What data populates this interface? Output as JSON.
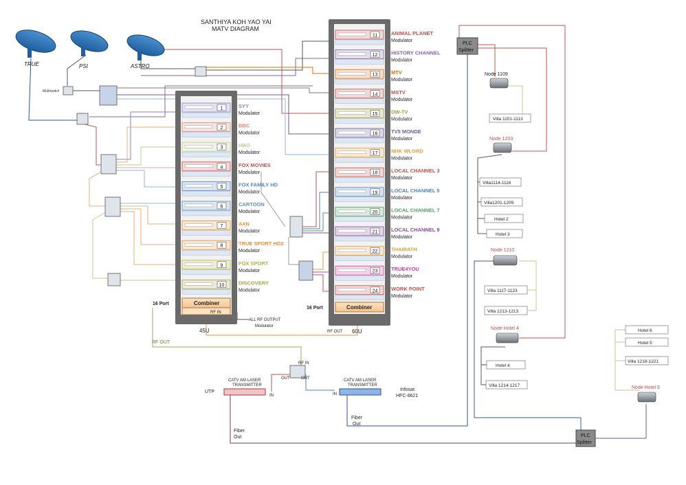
{
  "title": {
    "line1": "SANTHIYA KOH YAO YAI",
    "line2": "MATV DIAGRAM"
  },
  "dishes": [
    "TRUE",
    "PSI",
    "ASTRO"
  ],
  "multiswitch_label": "Multiswitch",
  "racks": [
    {
      "label": "45U",
      "port_label": "16 Port",
      "combiner": "Combiner",
      "rf_in": "RF IN"
    },
    {
      "label": "60U",
      "port_label": "16 Port",
      "combiner": "Combiner",
      "rf_in": "RF OUT"
    }
  ],
  "modulator_word": "Modulator",
  "channels": [
    {
      "num": "1",
      "name": "SYY",
      "color": "#8a7cc4"
    },
    {
      "num": "2",
      "name": "BBC",
      "color": "#e0826e"
    },
    {
      "num": "3",
      "name": "HBO",
      "color": "#b6cf8a"
    },
    {
      "num": "4",
      "name": "FOX MOVIES",
      "color": "#c8504b"
    },
    {
      "num": "5",
      "name": "FOX FAMILY HD",
      "color": "#4f86c6"
    },
    {
      "num": "6",
      "name": "CARTOON",
      "color": "#5d8fb5"
    },
    {
      "num": "7",
      "name": "AXN",
      "color": "#e0903a"
    },
    {
      "num": "8",
      "name": "TRUE SPORT HD2",
      "color": "#e0903a"
    },
    {
      "num": "9",
      "name": "FOX SPORT",
      "color": "#b3b33a"
    },
    {
      "num": "10",
      "name": "DISCOVERY",
      "color": "#a3a341"
    },
    {
      "num": "11",
      "name": "ANIMAL PLANET",
      "color": "#c0504d"
    },
    {
      "num": "12",
      "name": "HISTORY CHANNEL",
      "color": "#8064a2"
    },
    {
      "num": "13",
      "name": "MTV",
      "color": "#e46c0a"
    },
    {
      "num": "14",
      "name": "MSTV",
      "color": "#c0504d"
    },
    {
      "num": "15",
      "name": "DW-TV",
      "color": "#9b9b3a"
    },
    {
      "num": "16",
      "name": "TV5 MONDE",
      "color": "#6b5a9c"
    },
    {
      "num": "17",
      "name": "NHK WLORD",
      "color": "#e09b3a"
    },
    {
      "num": "18",
      "name": "LOCAL CHANNEL 3",
      "color": "#c0504d"
    },
    {
      "num": "19",
      "name": "LOCAL CHANNEL 5",
      "color": "#4f81bd"
    },
    {
      "num": "20",
      "name": "LOCAL CHANNEL 7",
      "color": "#4aa05a"
    },
    {
      "num": "21",
      "name": "LOCAL CHANNEL 9",
      "color": "#8a4aa0"
    },
    {
      "num": "22",
      "name": "THAIRATH",
      "color": "#e09b3a"
    },
    {
      "num": "23",
      "name": "TRUE4YOU",
      "color": "#d03aa0"
    },
    {
      "num": "24",
      "name": "WORK POINT",
      "color": "#c0504d"
    }
  ],
  "all_rf_output": {
    "line1": "ALL RF OUTPUT",
    "line2": "Modulator"
  },
  "rf_out_label": "RF OUT",
  "splitter_labels": {
    "rf_in": "RF IN",
    "out_left": "OUT",
    "out_right": "OUT"
  },
  "utp_label": "UTP",
  "transmitters": [
    {
      "line1": "CATV AM LASER",
      "line2": "TRANSMITTER",
      "in": "IN"
    },
    {
      "line1": "CATV AM LASER",
      "line2": "TRANSMITTER",
      "in": "IN"
    }
  ],
  "infosat": {
    "line1": "Infosat",
    "line2": "HFC-8621"
  },
  "fiber_out": {
    "line1": "Fiber",
    "line2": "Out"
  },
  "plc_splitter": {
    "line1": "PLC",
    "line2": "Splitter"
  },
  "nodes": [
    "Node 1109",
    "Node 1203",
    "Node 1210",
    "Node Hotel 4",
    "Node Hotel 5"
  ],
  "destinations": {
    "node1109": [
      "Villa 1101-1113"
    ],
    "node1203": [
      "Villa1114-1116",
      "Villa1201-1209",
      "Hotel 2",
      "Hotel 3"
    ],
    "node1210": [
      "Villa 1117-1123",
      "Villa 1213-1213"
    ],
    "nodeHotel4": [
      "Hotel 4",
      "Villa 1214-1217"
    ],
    "nodeHotel5": [
      "Hotel 6",
      "Hotel 5",
      "Villa 1218-1221"
    ]
  }
}
